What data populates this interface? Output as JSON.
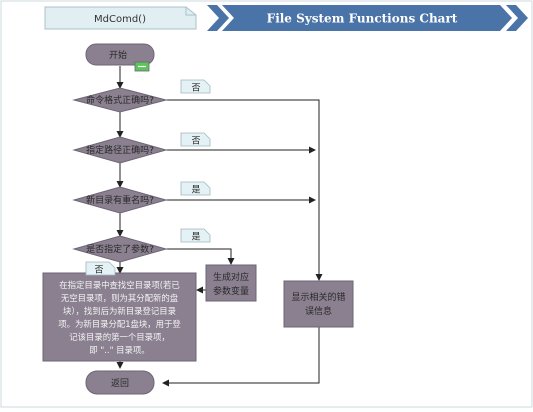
{
  "header": {
    "function_name": "MdComd()",
    "chart_title": "File System Functions Chart"
  },
  "nodes": {
    "start": "开始",
    "d1": "命令格式正确吗?",
    "d2": "指定路径正确吗?",
    "d3": "新目录有重名吗?",
    "d4": "是否指定了参数?",
    "gen_params": [
      "生成对应",
      "参数变量"
    ],
    "process": [
      "在指定目录中查找空目录项(若已",
      "无空目录项，则为其分配新的盘",
      "块），找到后为新目录登记目录",
      "项。为新目录分配1盘块，用于登",
      "记该目录的第一个目录项，",
      "即 \"..\" 目录项。"
    ],
    "error": [
      "显示相关的错",
      "误信息"
    ],
    "return": "返回"
  },
  "edge_labels": {
    "e1": "否",
    "e2": "否",
    "e3": "是",
    "e4": "是",
    "e5": "否"
  },
  "colors": {
    "title_bar": "#4a73a8",
    "node_fill": "#8a8090",
    "node_stroke": "#6e6576",
    "label_fill": "#e4f1f5",
    "indicator": "#5cc45a"
  }
}
